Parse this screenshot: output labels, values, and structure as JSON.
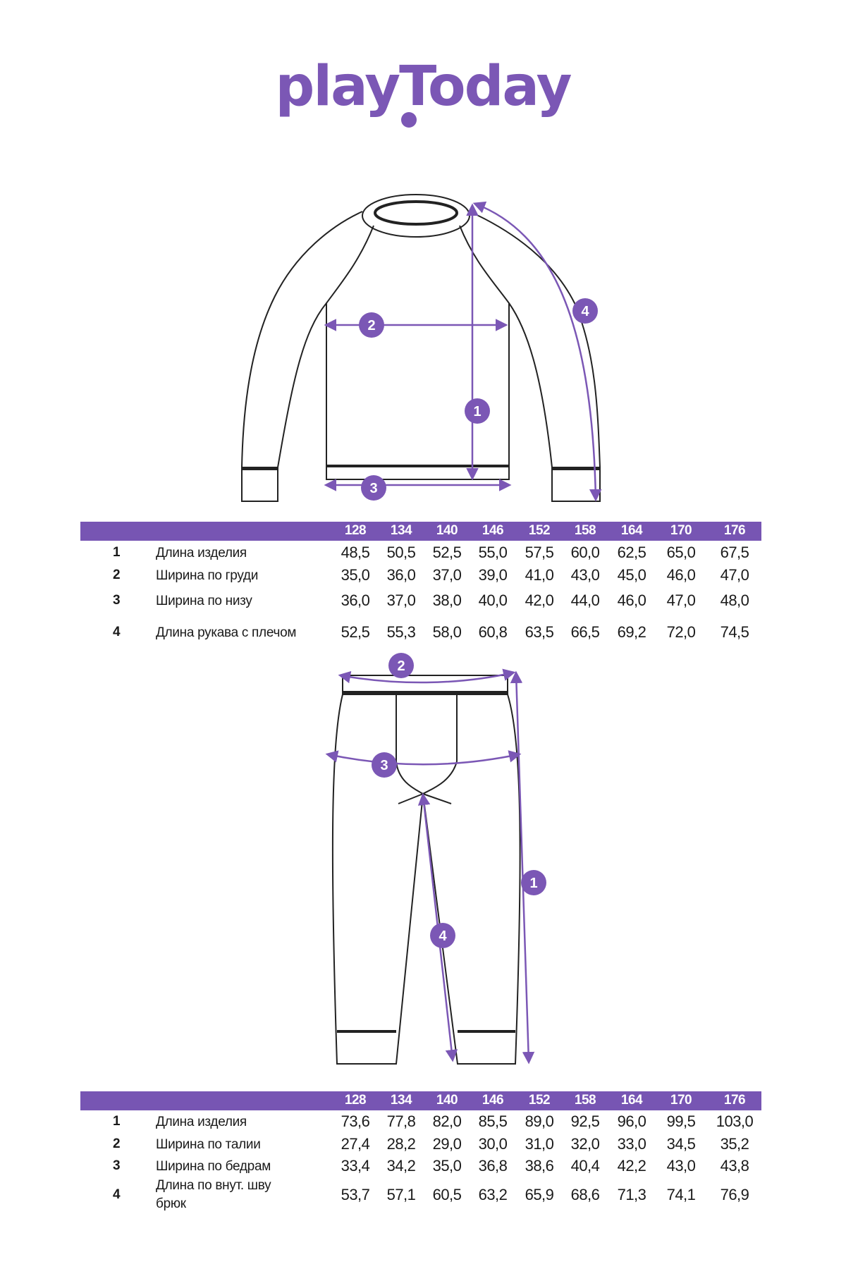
{
  "brand": {
    "logo_text": "playToday",
    "accent_color": "#7b57b5"
  },
  "sizes": [
    "128",
    "134",
    "140",
    "146",
    "152",
    "158",
    "164",
    "170",
    "176"
  ],
  "top_table": {
    "rows": [
      {
        "num": "1",
        "label": "Длина изделия",
        "values": [
          "48,5",
          "50,5",
          "52,5",
          "55,0",
          "57,5",
          "60,0",
          "62,5",
          "65,0",
          "67,5"
        ]
      },
      {
        "num": "2",
        "label": "Ширина по груди",
        "values": [
          "35,0",
          "36,0",
          "37,0",
          "39,0",
          "41,0",
          "43,0",
          "45,0",
          "46,0",
          "47,0"
        ]
      },
      {
        "num": "3",
        "label": "Ширина по низу",
        "values": [
          "36,0",
          "37,0",
          "38,0",
          "40,0",
          "42,0",
          "44,0",
          "46,0",
          "47,0",
          "48,0"
        ]
      },
      {
        "num": "4",
        "label": "Длина рукава с плечом",
        "values": [
          "52,5",
          "55,3",
          "58,0",
          "60,8",
          "63,5",
          "66,5",
          "69,2",
          "72,0",
          "74,5"
        ]
      }
    ]
  },
  "bottom_table": {
    "rows": [
      {
        "num": "1",
        "label": "Длина изделия",
        "values": [
          "73,6",
          "77,8",
          "82,0",
          "85,5",
          "89,0",
          "92,5",
          "96,0",
          "99,5",
          "103,0"
        ]
      },
      {
        "num": "2",
        "label": "Ширина по талии",
        "values": [
          "27,4",
          "28,2",
          "29,0",
          "30,0",
          "31,0",
          "32,0",
          "33,0",
          "34,5",
          "35,2"
        ]
      },
      {
        "num": "3",
        "label": "Ширина по бедрам",
        "values": [
          "33,4",
          "34,2",
          "35,0",
          "36,8",
          "38,6",
          "40,4",
          "42,2",
          "43,0",
          "43,8"
        ]
      },
      {
        "num": "4",
        "label": "Длина по внут. шву брюк",
        "values": [
          "53,7",
          "57,1",
          "60,5",
          "63,2",
          "65,9",
          "68,6",
          "71,3",
          "74,1",
          "76,9"
        ]
      }
    ]
  },
  "markers": {
    "m1": "1",
    "m2": "2",
    "m3": "3",
    "m4": "4"
  }
}
